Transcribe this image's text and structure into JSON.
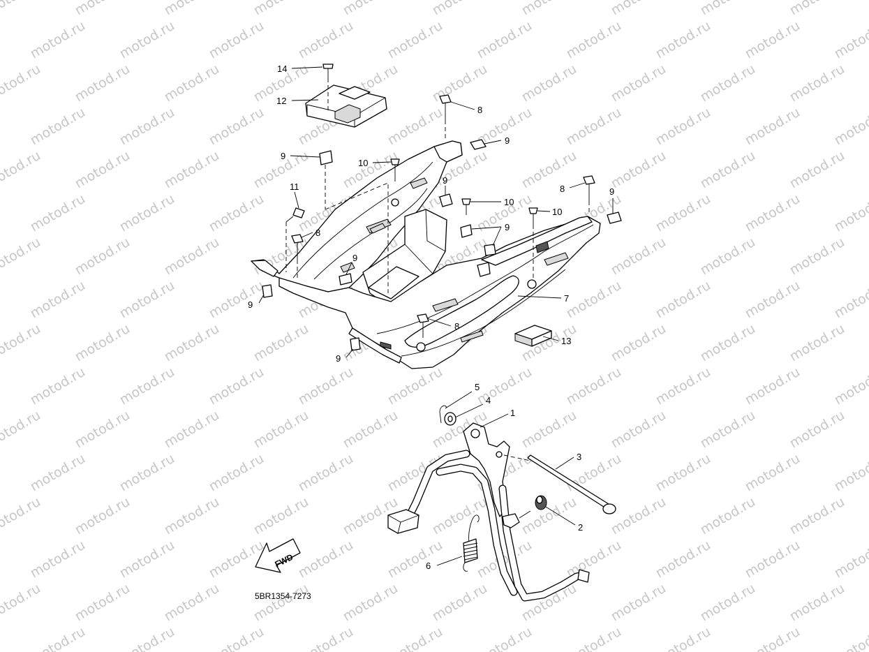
{
  "watermark": {
    "text": "motod.ru"
  },
  "callouts": [
    {
      "id": "c14",
      "label": "14"
    },
    {
      "id": "c12",
      "label": "12"
    },
    {
      "id": "c9a",
      "label": "9"
    },
    {
      "id": "c11",
      "label": "11"
    },
    {
      "id": "c8a",
      "label": "8"
    },
    {
      "id": "c9b",
      "label": "9"
    },
    {
      "id": "c9c",
      "label": "9"
    },
    {
      "id": "c9d",
      "label": "9"
    },
    {
      "id": "c10a",
      "label": "10"
    },
    {
      "id": "c9e",
      "label": "9"
    },
    {
      "id": "c8b",
      "label": "8"
    },
    {
      "id": "c9f",
      "label": "9"
    },
    {
      "id": "c10b",
      "label": "10"
    },
    {
      "id": "c10c",
      "label": "10"
    },
    {
      "id": "c9g",
      "label": "9"
    },
    {
      "id": "c8c",
      "label": "8"
    },
    {
      "id": "c9h",
      "label": "9"
    },
    {
      "id": "c7",
      "label": "7"
    },
    {
      "id": "c8d",
      "label": "8"
    },
    {
      "id": "c13",
      "label": "13"
    },
    {
      "id": "c5",
      "label": "5"
    },
    {
      "id": "c4",
      "label": "4"
    },
    {
      "id": "c1",
      "label": "1"
    },
    {
      "id": "c3",
      "label": "3"
    },
    {
      "id": "c2",
      "label": "2"
    },
    {
      "id": "c6",
      "label": "6"
    }
  ],
  "direction_arrow": {
    "label": "FWD"
  },
  "diagram_code": "5BR1354-7273"
}
